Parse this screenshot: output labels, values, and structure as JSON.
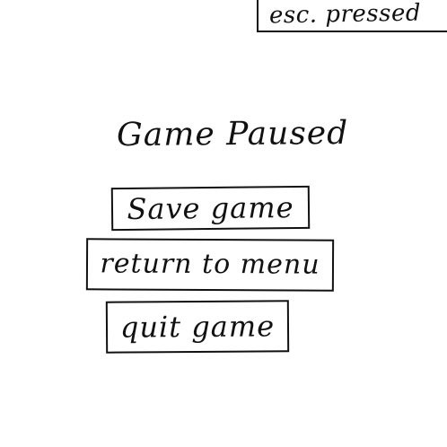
{
  "status_note": {
    "text": "esc. pressed"
  },
  "pause_menu": {
    "title": "Game Paused",
    "buttons": {
      "save": "Save game",
      "return": "return to menu",
      "quit": "quit game"
    }
  }
}
